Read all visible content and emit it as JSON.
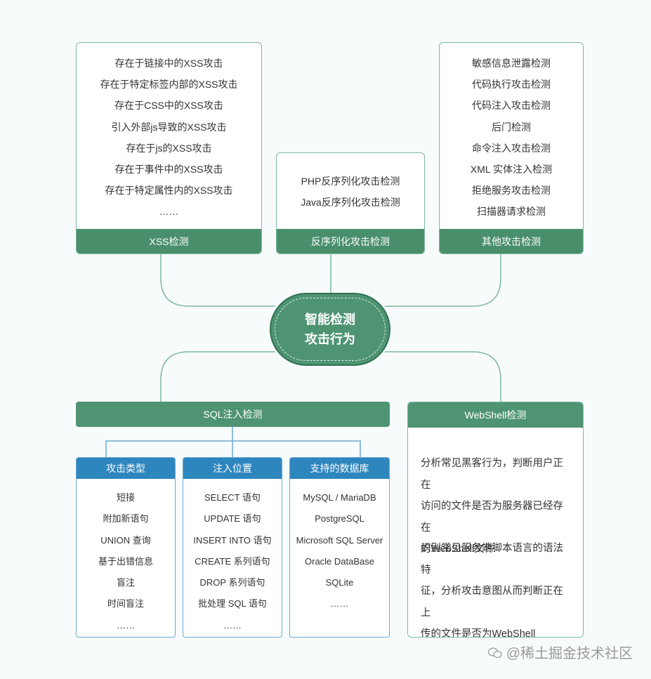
{
  "center": {
    "line1": "智能检测",
    "line2": "攻击行为"
  },
  "xss": {
    "title": "XSS检测",
    "items": [
      "存在于链接中的XSS攻击",
      "存在于特定标签内部的XSS攻击",
      "存在于CSS中的XSS攻击",
      "引入外部js导致的XSS攻击",
      "存在于js的XSS攻击",
      "存在于事件中的XSS攻击",
      "存在于特定属性内的XSS攻击",
      "……"
    ]
  },
  "deser": {
    "title": "反序列化攻击检测",
    "items": [
      "PHP反序列化攻击检测",
      "Java反序列化攻击检测"
    ]
  },
  "other": {
    "title": "其他攻击检测",
    "items": [
      "敏感信息泄露检测",
      "代码执行攻击检测",
      "代码注入攻击检测",
      "后门检测",
      "命令注入攻击检测",
      "XML 实体注入检测",
      "拒绝服务攻击检测",
      "扫描器请求检测"
    ]
  },
  "sql": {
    "title": "SQL注入检测",
    "attack_types": {
      "title": "攻击类型",
      "items": [
        "短接",
        "附加新语句",
        "UNION 查询",
        "基于出错信息",
        "盲注",
        "时间盲注",
        "……"
      ]
    },
    "positions": {
      "title": "注入位置",
      "items": [
        "SELECT 语句",
        "UPDATE 语句",
        "INSERT INTO 语句",
        "CREATE 系列语句",
        "DROP 系列语句",
        "批处理 SQL 语句",
        "……"
      ]
    },
    "databases": {
      "title": "支持的数据库",
      "items": [
        "MySQL / MariaDB",
        "PostgreSQL",
        "Microsoft SQL Server",
        "Oracle DataBase",
        "SQLite",
        "……"
      ]
    }
  },
  "webshell": {
    "title": "WebShell检测",
    "para1": [
      "分析常见黑客行为，判断用户正在",
      "访问的文件是否为服务器已经存在",
      "的WebShell文件"
    ],
    "para2": [
      "识别常见服务端脚本语言的语法特",
      "征，分析攻击意图从而判断正在上",
      "传的文件是否为WebShell"
    ]
  },
  "watermark": "@稀土掘金技术社区",
  "colors": {
    "green": "#4f9472",
    "blue": "#2e86bf",
    "line_green": "#7fb99c",
    "line_blue": "#6aa9cf"
  }
}
